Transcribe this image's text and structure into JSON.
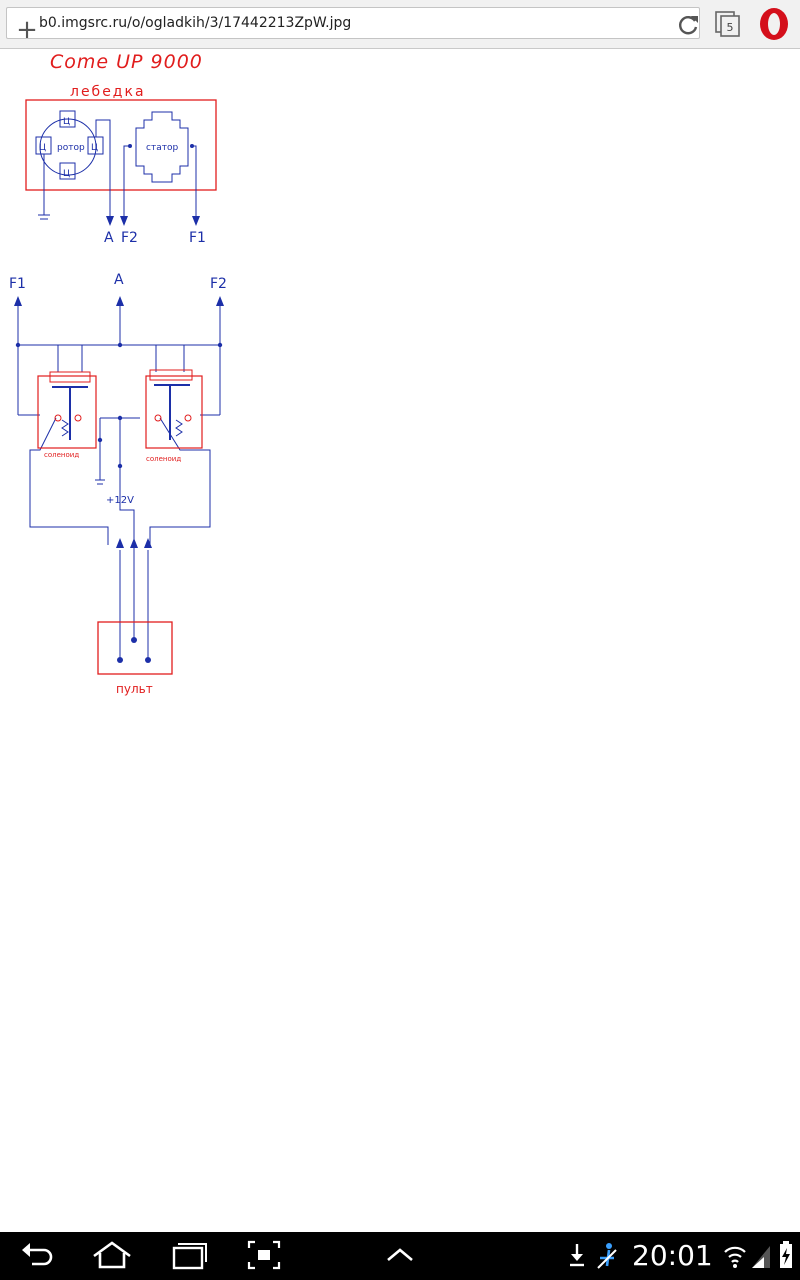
{
  "browser": {
    "url": "b0.imgsrc.ru/o/ogladkih/3/17442213ZpW.jpg",
    "tab_count": "5"
  },
  "drawing": {
    "title": "Come UP 9000",
    "winch_label": "лебедка",
    "rotor_label": "ротор",
    "stator_label": "статор",
    "brush_mark": "Ц",
    "top_terminals": [
      "A",
      "F2",
      "F1"
    ],
    "bottom_terminals": [
      "F1",
      "A",
      "F2"
    ],
    "solenoid_label": "соленоид",
    "voltage_label": "+12V",
    "remote_label": "пульт"
  },
  "status_bar": {
    "time": "20:01"
  },
  "colors": {
    "ink_blue": "#1c2fa8",
    "ink_red": "#e11d1d"
  }
}
